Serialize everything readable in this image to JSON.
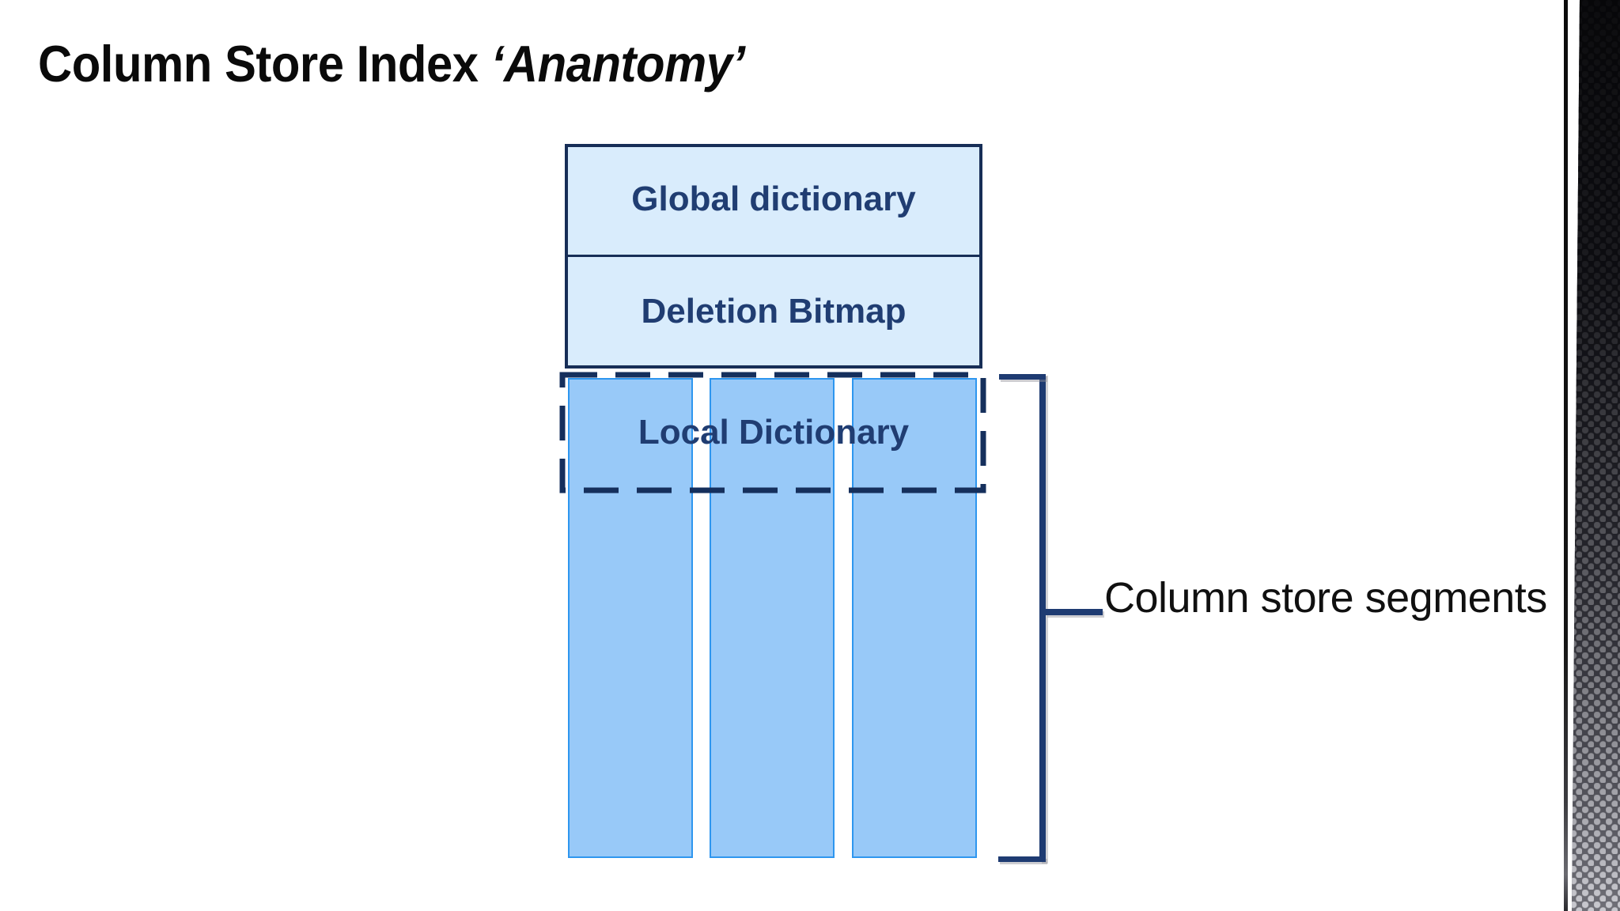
{
  "slide": {
    "title": {
      "prefix": "Column Store Index ",
      "emphasis": "‘Anantomy’"
    },
    "diagram": {
      "global_dictionary_label": "Global dictionary",
      "deletion_bitmap_label": "Deletion Bitmap",
      "local_dictionary_label": "Local Dictionary",
      "segment_count": 3,
      "bracket_label": "Column store segments"
    },
    "colors": {
      "title-color": "#0a0a0a",
      "box-fill": "#d9ecfc",
      "box-border": "#172e57",
      "box-text": "#203d72",
      "col-fill": "#98c9f8",
      "col-border": "#2e96ef",
      "dash-color": "#152f5c",
      "bracket-color": "#1e3b72",
      "label-color": "#101010"
    }
  }
}
